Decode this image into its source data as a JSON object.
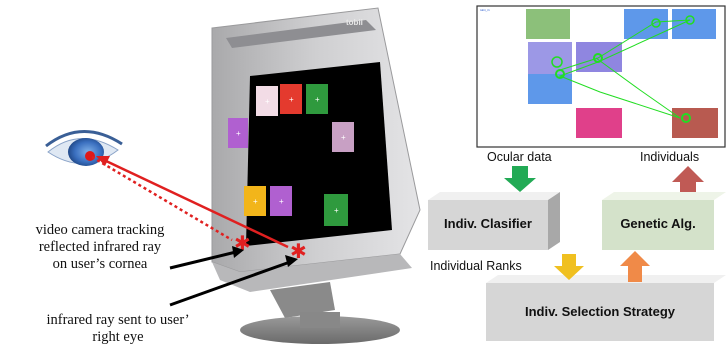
{
  "left_panel": {
    "logo_text": "tobii",
    "caption_camera": "video camera tracking\nreflected infrared ray\non user’s cornea",
    "caption_infrared": "infrared ray sent to user’\nright eye",
    "screen_squares": [
      {
        "color": "#f2dce6"
      },
      {
        "color": "#e43a2e"
      },
      {
        "color": "#2f9a3e"
      },
      {
        "color": "#b060d0"
      },
      {
        "color": "#c8a0c4"
      },
      {
        "color": "#f2b51a"
      },
      {
        "color": "#b060d0"
      },
      {
        "color": "#2f9a3e"
      }
    ],
    "colors": {
      "arrow": "#e02020",
      "pointer": "#000000",
      "bezel": "#c8c8ca",
      "screen": "#000000"
    }
  },
  "right_panel": {
    "heatmap_tiny_text": "tobii_r1",
    "heatmap_squares": [
      {
        "color": "#8cc07a"
      },
      {
        "color": "#5e98ea"
      },
      {
        "color": "#5e98ea"
      },
      {
        "color": "#9c98e6"
      },
      {
        "color": "#8f86e0"
      },
      {
        "color": "#5e98ea"
      },
      {
        "color": "#e0408a"
      },
      {
        "color": "#b85a50"
      }
    ],
    "labels": {
      "ocular_data": "Ocular data",
      "individuals": "Individuals",
      "individual_ranks": "Individual Ranks"
    },
    "boxes": {
      "classifier": "Indiv. Clasifier",
      "genetic": "Genetic Alg.",
      "selection": "Indiv. Selection Strategy"
    },
    "colors": {
      "gaze": "#22dd22",
      "box_gray": "#d6d6d6",
      "box_green": "#d4e2ca",
      "arrow_green": "#22aa55",
      "arrow_red": "#c05a55",
      "arrow_yellow": "#f0c020",
      "arrow_orange": "#f08a48"
    }
  }
}
